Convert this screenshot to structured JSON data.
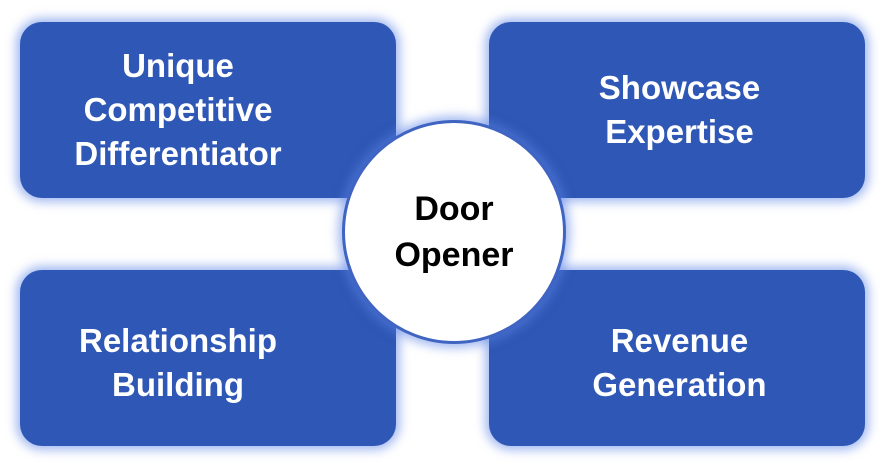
{
  "diagram": {
    "center": {
      "label": "Door\nOpener"
    },
    "nodes": [
      {
        "id": "top-left",
        "label": "Unique\nCompetitive\nDifferentiator"
      },
      {
        "id": "top-right",
        "label": "Showcase\nExpertise"
      },
      {
        "id": "bottom-left",
        "label": "Relationship\nBuilding"
      },
      {
        "id": "bottom-right",
        "label": "Revenue\nGeneration"
      }
    ],
    "colors": {
      "box_fill": "#2f57b5",
      "box_text": "#ffffff",
      "circle_fill": "#ffffff",
      "circle_text": "#000000",
      "glow": "#5a82e6"
    }
  }
}
